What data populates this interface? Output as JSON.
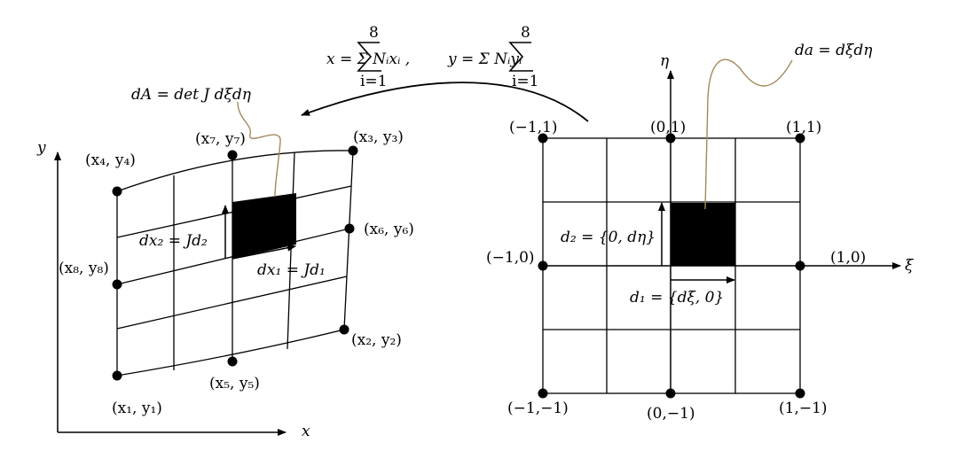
{
  "equations": {
    "x_map": "x = Σ Nᵢxᵢ ,",
    "y_map": "y = Σ Nᵢyᵢ",
    "sum_upper": "8",
    "sum_lower": "i=1",
    "dA": "dA = det J dξdη",
    "da": "da = dξdη"
  },
  "physical": {
    "x_axis": "x",
    "y_axis": "y",
    "nodes": [
      "(x₁, y₁)",
      "(x₂, y₂)",
      "(x₃, y₃)",
      "(x₄, y₄)",
      "(x₅, y₅)",
      "(x₆, y₆)",
      "(x₇, y₇)",
      "(x₈, y₈)"
    ],
    "dx1": "dx₁ = Jd₁",
    "dx2": "dx₂ = Jd₂"
  },
  "reference": {
    "xi_axis": "ξ",
    "eta_axis": "η",
    "nodes": [
      "(−1,−1)",
      "(0,−1)",
      "(1,−1)",
      "(1,0)",
      "(1,1)",
      "(0,1)",
      "(−1,1)",
      "(−1,0)"
    ],
    "d1": "d₁ = {dξ, 0}",
    "d2": "d₂ = {0, dη}"
  },
  "colors": {
    "line": "#000000",
    "leader": "#a08a5e"
  }
}
